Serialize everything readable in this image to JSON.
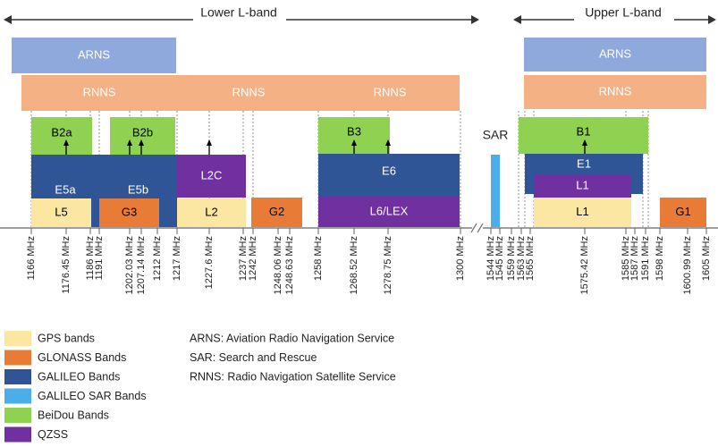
{
  "headers": {
    "lower": "Lower L-band",
    "upper": "Upper L-band"
  },
  "sar_label": "SAR",
  "colors": {
    "gps": "#FBE6A2",
    "glonass": "#E87B35",
    "galileo": "#2F5596",
    "galileo_sar": "#4BAEE8",
    "beidou": "#8FD150",
    "qzss": "#7030A0",
    "arns": "#8FA9DC",
    "rnns": "#F4B183"
  },
  "blocks": [
    {
      "id": "arns-lower",
      "label": "ARNS",
      "system": "arns",
      "text_dark": false
    },
    {
      "id": "arns-upper",
      "label": "ARNS",
      "system": "arns",
      "text_dark": false
    },
    {
      "id": "rnns-1",
      "label": "RNNS",
      "system": "rnns",
      "text_dark": false
    },
    {
      "id": "rnns-2",
      "label": "RNNS",
      "system": "rnns",
      "text_dark": false
    },
    {
      "id": "rnns-3",
      "label": "RNNS",
      "system": "rnns",
      "text_dark": false
    },
    {
      "id": "rnns-upper",
      "label": "RNNS",
      "system": "rnns",
      "text_dark": false
    },
    {
      "id": "b2a",
      "label": "B2a",
      "system": "beidou",
      "text_dark": true
    },
    {
      "id": "b2b",
      "label": "B2b",
      "system": "beidou",
      "text_dark": true
    },
    {
      "id": "b3",
      "label": "B3",
      "system": "beidou",
      "text_dark": true
    },
    {
      "id": "b1",
      "label": "B1",
      "system": "beidou",
      "text_dark": true
    },
    {
      "id": "e5a",
      "label": "E5a",
      "system": "galileo",
      "text_dark": false
    },
    {
      "id": "e5b",
      "label": "E5b",
      "system": "galileo",
      "text_dark": false
    },
    {
      "id": "e6",
      "label": "E6",
      "system": "galileo",
      "text_dark": false
    },
    {
      "id": "e1",
      "label": "E1",
      "system": "galileo",
      "text_dark": false
    },
    {
      "id": "l2c",
      "label": "L2C",
      "system": "qzss",
      "text_dark": false
    },
    {
      "id": "l6lex",
      "label": "L6/LEX",
      "system": "qzss",
      "text_dark": false
    },
    {
      "id": "l1-qzss",
      "label": "L1",
      "system": "qzss",
      "text_dark": false
    },
    {
      "id": "l5",
      "label": "L5",
      "system": "gps",
      "text_dark": true
    },
    {
      "id": "g3",
      "label": "G3",
      "system": "glonass",
      "text_dark": true
    },
    {
      "id": "l2",
      "label": "L2",
      "system": "gps",
      "text_dark": true
    },
    {
      "id": "g2",
      "label": "G2",
      "system": "glonass",
      "text_dark": true
    },
    {
      "id": "l1-gps",
      "label": "L1",
      "system": "gps",
      "text_dark": true
    },
    {
      "id": "g1",
      "label": "G1",
      "system": "glonass",
      "text_dark": true
    },
    {
      "id": "sar",
      "label": "",
      "system": "galileo_sar",
      "text_dark": true
    }
  ],
  "ticks": [
    "1166 MHz",
    "1176.45 MHz",
    "1186 MHz",
    "1191 MHz",
    "1202.03 MHz",
    "1207.14 MHz",
    "1212 MHz",
    "1217 MHz",
    "1227.6 MHz",
    "1237 MHz",
    "1242 MHz",
    "1248.06 MHz",
    "1248.63 MHz",
    "1258 MHz",
    "1268.52 MHz",
    "1278.75 MHz",
    "1300 MHz",
    "1544 MHz",
    "1545 MHz",
    "1559 MHz",
    "1563 MHz",
    "1565 MHz",
    "1575.42 MHz",
    "1585 MHz",
    "1587 MHz",
    "1591 MHz",
    "1598 MHz",
    "1600.99 MHz",
    "1605 MHz"
  ],
  "legend_systems": [
    {
      "label": "GPS bands",
      "system": "gps"
    },
    {
      "label": "GLONASS Bands",
      "system": "glonass"
    },
    {
      "label": "GALILEO Bands",
      "system": "galileo"
    },
    {
      "label": "GALILEO SAR Bands",
      "system": "galileo_sar"
    },
    {
      "label": "BeiDou Bands",
      "system": "beidou"
    },
    {
      "label": "QZSS",
      "system": "qzss"
    }
  ],
  "legend_abbrev": [
    "ARNS: Aviation Radio Navigation Service",
    "SAR: Search and Rescue",
    "RNNS: Radio Navigation Satellite Service"
  ]
}
